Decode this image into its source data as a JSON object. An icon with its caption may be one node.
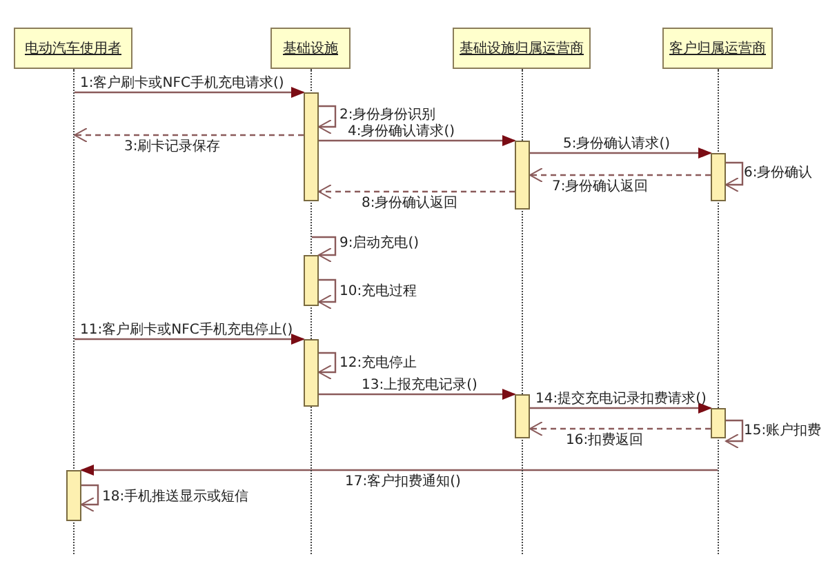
{
  "diagram": {
    "nodes": [
      {
        "text": [
          "电动汽车使用者"
        ]
      },
      {
        "text": [
          "基础设施"
        ]
      },
      {
        "text": [
          "基础设施归属运营商"
        ]
      },
      {
        "text": [
          "客户归属运营商"
        ]
      },
      {
        "text": [],
        "shape": "line"
      },
      {
        "text": [],
        "shape": "line"
      },
      {
        "text": [],
        "shape": "line"
      },
      {
        "text": [],
        "shape": "line"
      },
      {
        "text": [],
        "shape": "bar"
      },
      {
        "text": [],
        "shape": "bar"
      },
      {
        "text": [],
        "shape": "bar"
      },
      {
        "text": [],
        "shape": "bar"
      },
      {
        "text": [],
        "shape": "bar"
      },
      {
        "text": [],
        "shape": "bar"
      },
      {
        "text": [],
        "shape": "bar"
      },
      {
        "text": [],
        "shape": "bar"
      }
    ],
    "edges": [
      {
        "from": 4,
        "to": 8,
        "arrow": "to",
        "label": "1:客户刷卡或NFC手机充电请求()"
      },
      {
        "from": 8,
        "to": 8,
        "arrow": "to",
        "label": "2:身份身份识别"
      },
      {
        "from": 8,
        "to": 4,
        "arrow": "to",
        "label": "3:刷卡记录保存",
        "style": "dashed"
      },
      {
        "from": 8,
        "to": 9,
        "arrow": "to",
        "label": "4:身份确认请求()"
      },
      {
        "from": 9,
        "to": 10,
        "arrow": "to",
        "label": "5:身份确认请求()"
      },
      {
        "from": 10,
        "to": 10,
        "arrow": "to",
        "label": "6:身份确认"
      },
      {
        "from": 10,
        "to": 9,
        "arrow": "to",
        "label": "7:身份确认返回",
        "style": "dashed"
      },
      {
        "from": 9,
        "to": 8,
        "arrow": "to",
        "label": "8:身份确认返回",
        "style": "dashed"
      },
      {
        "from": 5,
        "to": 11,
        "arrow": "to",
        "label": "9:启动充电()"
      },
      {
        "from": 11,
        "to": 11,
        "arrow": "to",
        "label": "10:充电过程"
      },
      {
        "from": 4,
        "to": 12,
        "arrow": "to",
        "label": "11:客户刷卡或NFC手机充电停止()"
      },
      {
        "from": 12,
        "to": 12,
        "arrow": "to",
        "label": "12:充电停止"
      },
      {
        "from": 12,
        "to": 13,
        "arrow": "to",
        "label": "13:上报充电记录()"
      },
      {
        "from": 13,
        "to": 14,
        "arrow": "to",
        "label": "14:提交充电记录扣费请求()"
      },
      {
        "from": 14,
        "to": 14,
        "arrow": "to",
        "label": "15:账户扣费"
      },
      {
        "from": 14,
        "to": 13,
        "arrow": "to",
        "label": "16:扣费返回",
        "style": "dashed"
      },
      {
        "from": 7,
        "to": 15,
        "arrow": "to",
        "label": "17:客户扣费通知()"
      },
      {
        "from": 15,
        "to": 15,
        "arrow": "to",
        "label": "18:手机推送显示或短信"
      }
    ]
  }
}
